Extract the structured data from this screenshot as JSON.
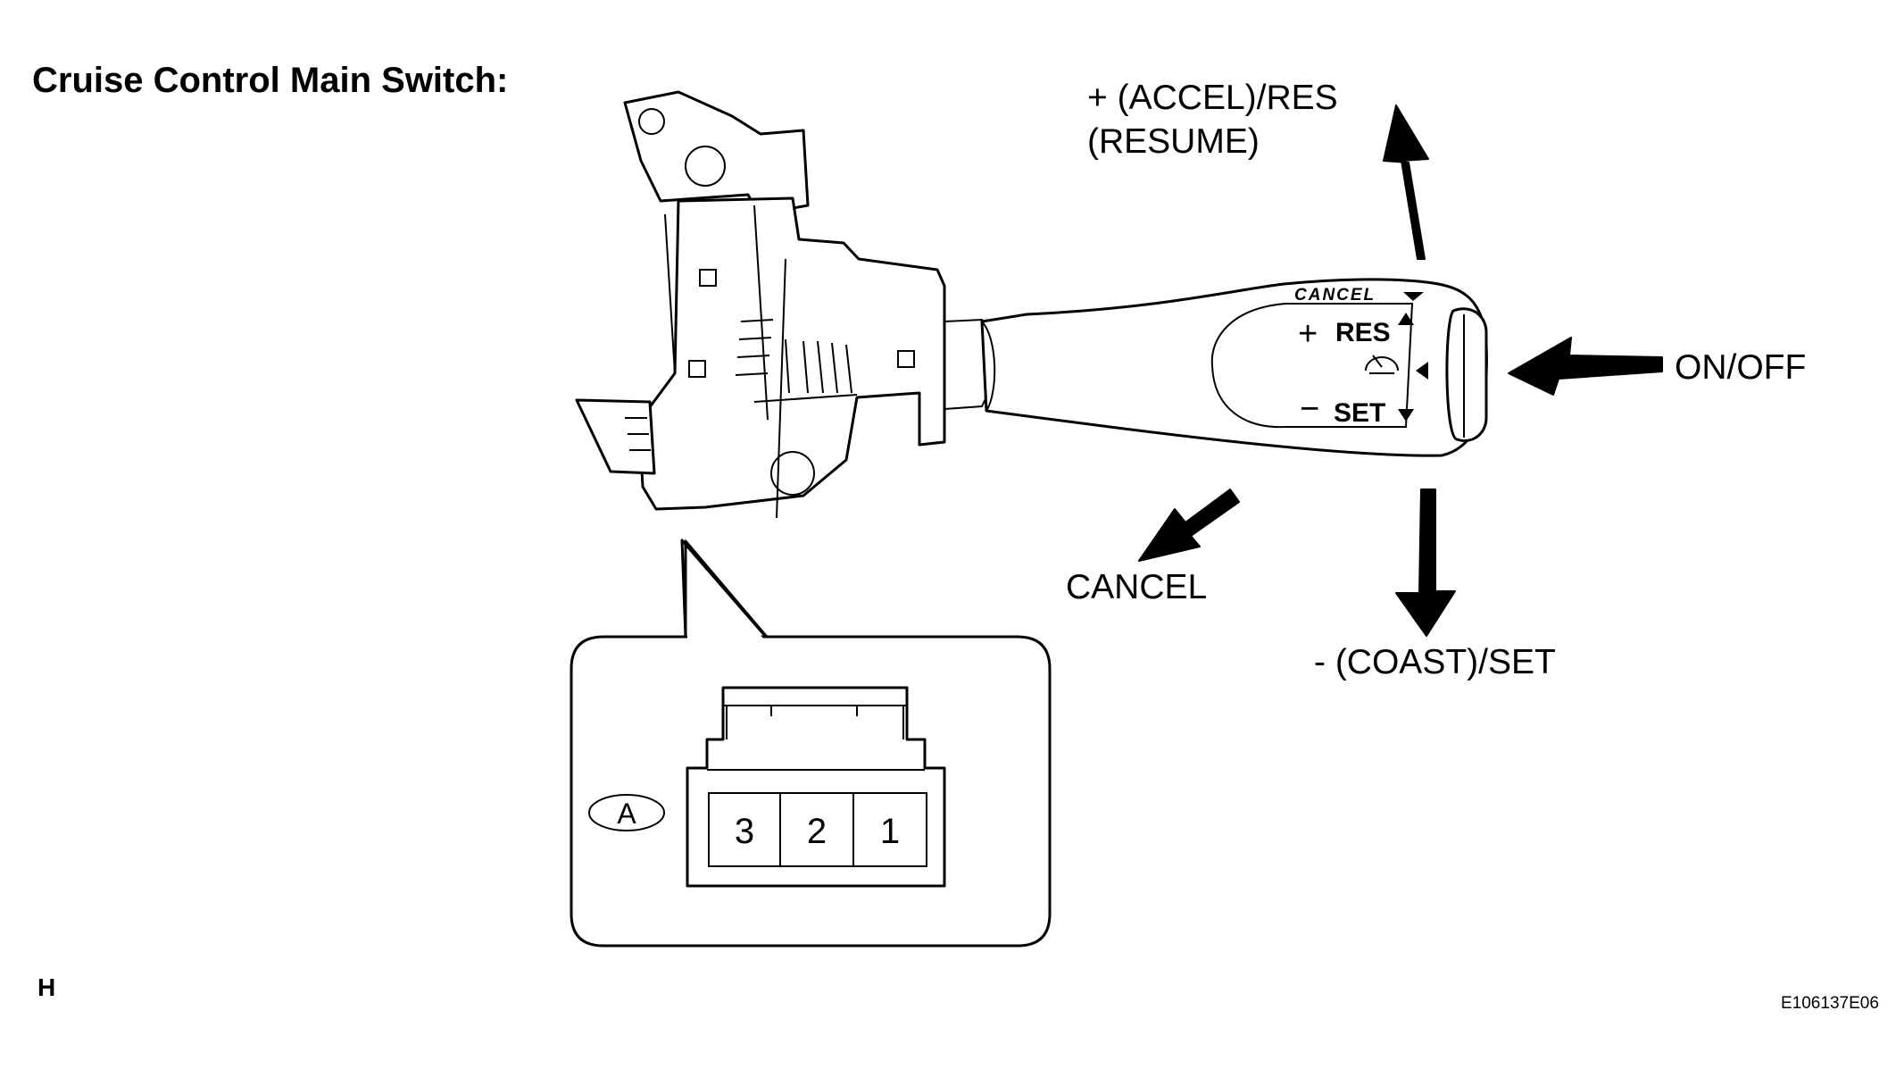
{
  "title": "Cruise Control Main Switch:",
  "labels": {
    "accel_line1": "+ (ACCEL)/RES",
    "accel_line2": "(RESUME)",
    "on_off": "ON/OFF",
    "cancel": "CANCEL",
    "coast_set": "- (COAST)/SET"
  },
  "lever_face": {
    "cancel": "CANCEL",
    "plus": "+",
    "res": "RES",
    "minus": "−",
    "set": "SET"
  },
  "connector": {
    "id": "A",
    "pins": [
      "3",
      "2",
      "1"
    ]
  },
  "footer": {
    "left": "H",
    "right": "E106137E06"
  },
  "icons": [
    "up-arrow-icon",
    "left-arrow-icon",
    "cancel-arrow-icon",
    "down-arrow-icon",
    "speedometer-icon"
  ]
}
